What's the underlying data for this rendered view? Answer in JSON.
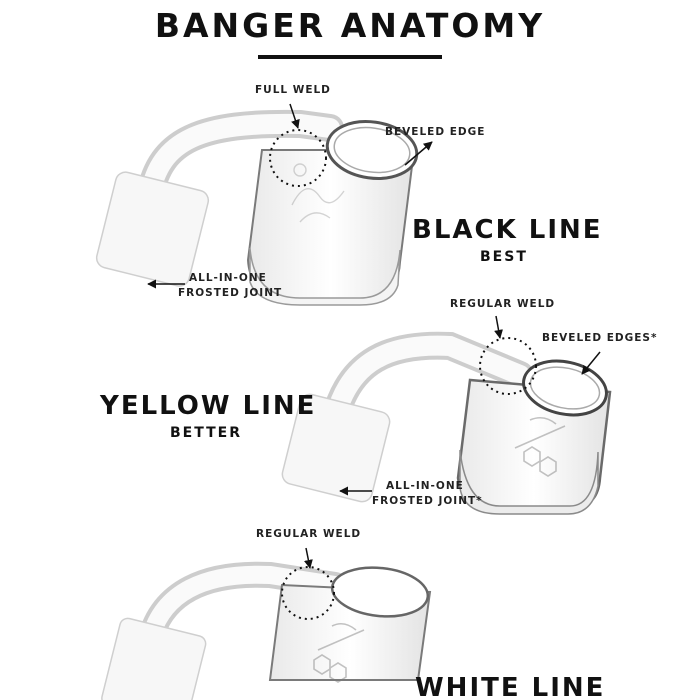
{
  "title": "BANGER ANATOMY",
  "sections": [
    {
      "name": "BLACK LINE",
      "grade": "BEST",
      "callouts": {
        "weld": "FULL WELD",
        "edge": "BEVELED EDGE",
        "joint_1": "ALL-IN-ONE",
        "joint_2": "FROSTED JOINT"
      }
    },
    {
      "name": "YELLOW LINE",
      "grade": "BETTER",
      "callouts": {
        "weld": "REGULAR WELD",
        "edge": "BEVELED EDGES*",
        "joint_1": "ALL-IN-ONE",
        "joint_2": "FROSTED JOINT*"
      }
    },
    {
      "name": "WHITE LINE",
      "callouts": {
        "weld": "REGULAR WELD"
      }
    }
  ],
  "colors": {
    "ink": "#111111",
    "glass_edge": "#6f6f6f",
    "frost": "#f7f7f7"
  }
}
